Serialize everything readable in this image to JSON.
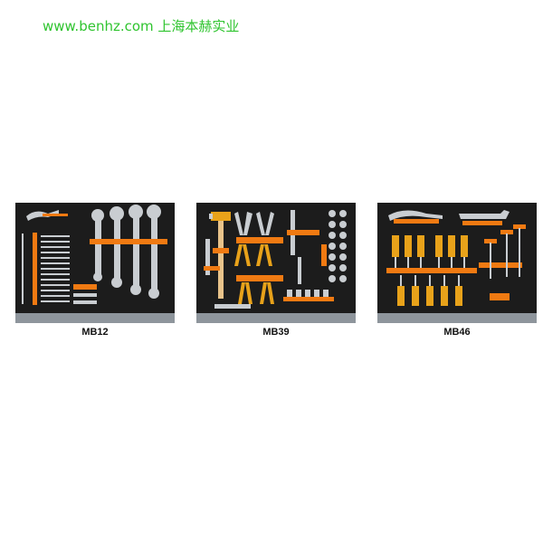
{
  "watermark": {
    "text": "www.benhz.com 上海本赫实业",
    "color": "#2fc42f"
  },
  "trays": [
    {
      "label": "MB12",
      "icon": "wrench-set-tray"
    },
    {
      "label": "MB39",
      "icon": "pliers-hammer-socket-tray"
    },
    {
      "label": "MB46",
      "icon": "screwdriver-hexkey-tray"
    }
  ],
  "colors": {
    "foam": "#1c1c1c",
    "insert": "#f07a12",
    "handle": "#e8a21a",
    "tray_rim": "#8e959c",
    "chrome": "#c9cdd1"
  }
}
